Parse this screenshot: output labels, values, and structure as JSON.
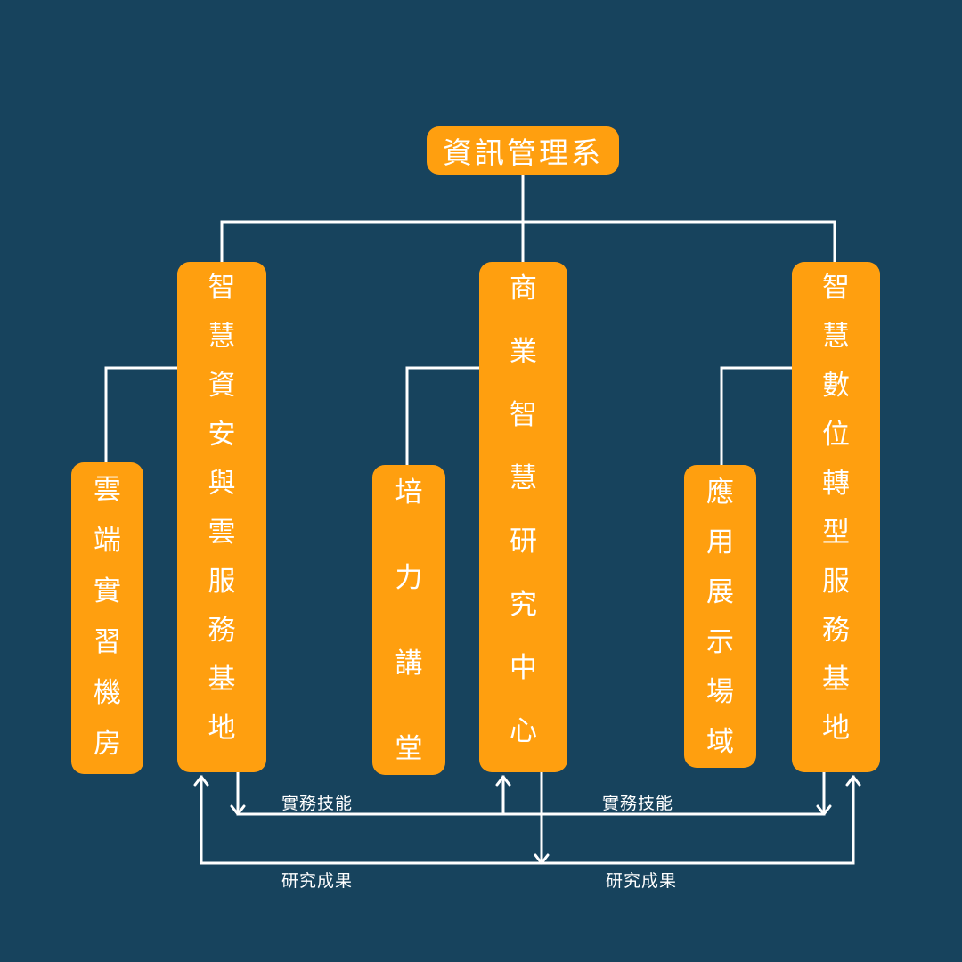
{
  "root": {
    "label": "資訊管理系"
  },
  "centers": [
    {
      "id": "security",
      "label": "智慧資安與雲服務基地"
    },
    {
      "id": "business",
      "label": "商業智慧研究中心"
    },
    {
      "id": "digital",
      "label": "智慧數位轉型服務基地"
    }
  ],
  "facilities": [
    {
      "id": "cloud-lab",
      "label": "雲端實習機房"
    },
    {
      "id": "lecture",
      "label": "培力講堂"
    },
    {
      "id": "showcase",
      "label": "應用展示場域"
    }
  ],
  "flows": {
    "skills_left": "實務技能",
    "skills_right": "實務技能",
    "research_left": "研究成果",
    "research_right": "研究成果"
  },
  "colors": {
    "background": "#17435d",
    "box": "#ff9f0f",
    "line": "#ffffff"
  }
}
